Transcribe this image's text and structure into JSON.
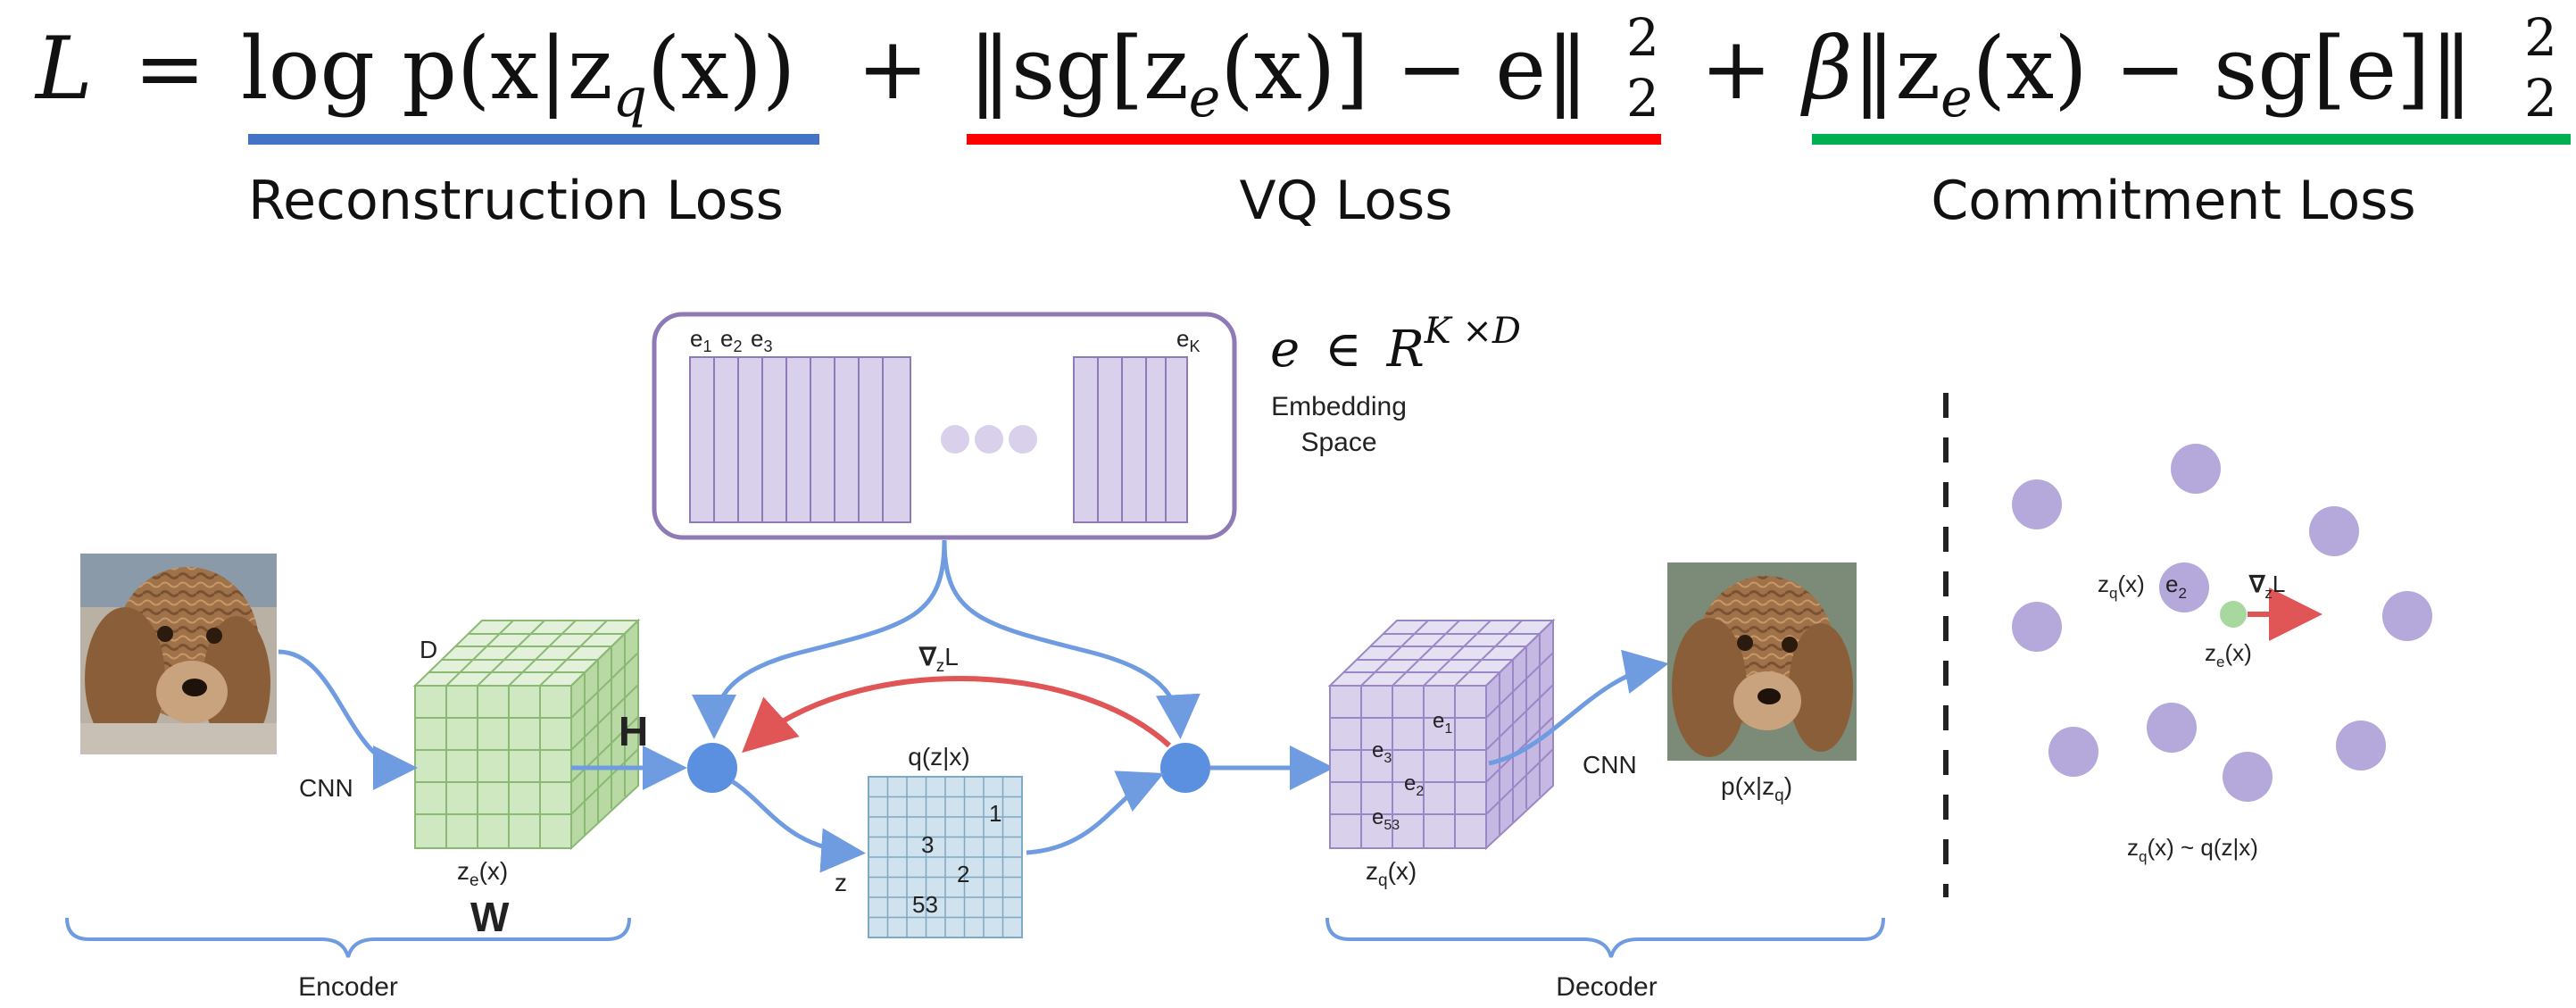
{
  "equation": {
    "lhs": "L",
    "equals": "=",
    "term1": "log p(x|z",
    "term1_sub": "q",
    "term1_end": "(x))",
    "plus1": "+",
    "term2_open": "‖sg[z",
    "term2_sub": "e",
    "term2_end": "(x)] − e‖",
    "term2_sup": "2",
    "term2_sub2": "2",
    "plus2": "+",
    "term3_beta": "β",
    "term3_open": "‖z",
    "term3_sub": "e",
    "term3_end": "(x) − sg[e]‖",
    "term3_sup": "2",
    "term3_sub2": "2"
  },
  "loss_labels": {
    "reconstruction": "Reconstruction Loss",
    "vq": "VQ Loss",
    "commitment": "Commitment Loss"
  },
  "embedding": {
    "e1": "e",
    "e1_sub": "1",
    "e2": "e",
    "e2_sub": "2",
    "e3": "e",
    "e3_sub": "3",
    "eK": "e",
    "eK_sub": "K",
    "space_line1": "Embedding",
    "space_line2": "Space",
    "formula_e": "e",
    "formula_in": "∈",
    "formula_R": "R",
    "formula_sup": "K ×D"
  },
  "encoder": {
    "label": "Encoder",
    "cnn": "CNN",
    "d": "D",
    "h": "H",
    "w": "W",
    "ze": "z",
    "ze_sub": "e",
    "ze_end": "(x)"
  },
  "middle": {
    "grad": "∇",
    "grad_sub": "z",
    "grad_end": "L",
    "qzx": "q(z|x)",
    "z": "z",
    "grid_values": [
      "1",
      "3",
      "2",
      "53"
    ]
  },
  "decoder": {
    "label": "Decoder",
    "cnn": "CNN",
    "e1": "e",
    "e1_sub": "1",
    "e3": "e",
    "e3_sub": "3",
    "e2": "e",
    "e2_sub": "2",
    "e53": "e",
    "e53_sub": "53",
    "zq": "z",
    "zq_sub": "q",
    "zq_end": "(x)",
    "pxz": "p(x|z",
    "pxz_sub": "q",
    "pxz_end": ")"
  },
  "right_panel": {
    "zq": "z",
    "zq_sub": "q",
    "zq_end": "(x)",
    "e2": "e",
    "e2_sub": "2",
    "grad": "∇",
    "grad_sub": "z",
    "grad_end": "L",
    "ze": "z",
    "ze_sub": "e",
    "ze_end": "(x)",
    "bottom": "z",
    "bottom_sub": "q",
    "bottom_end": "(x) ~ q(z|x)"
  },
  "colors": {
    "reconstruction": "#4472c4",
    "vq": "#ff0000",
    "commitment": "#00b050",
    "flow": "#6f9be0",
    "grad": "#e05555",
    "embedding": "#d9d0ec",
    "encoder": "#cfe8c2",
    "grid": "#cfe2ee"
  }
}
